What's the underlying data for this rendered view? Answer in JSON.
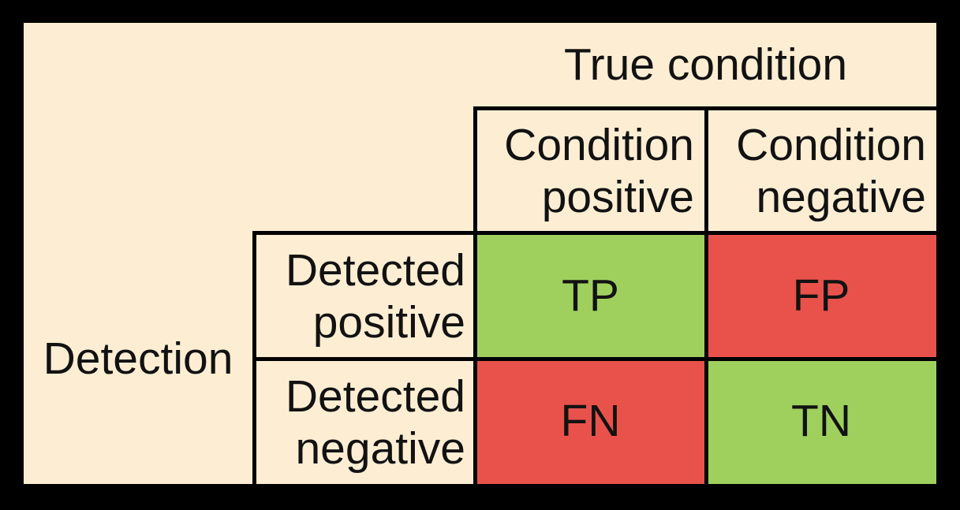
{
  "figure": {
    "col_axis_label": "True condition",
    "row_axis_label": "Detection",
    "col_headers": [
      {
        "line1": "Condition",
        "line2": "positive"
      },
      {
        "line1": "Condition",
        "line2": "negative"
      }
    ],
    "row_headers": [
      {
        "line1": "Detected",
        "line2": "positive"
      },
      {
        "line1": "Detected",
        "line2": "negative"
      }
    ],
    "cells": {
      "tp": {
        "label": "TP",
        "color": "#9FD05E"
      },
      "fp": {
        "label": "FP",
        "color": "#E9524B"
      },
      "fn": {
        "label": "FN",
        "color": "#E9524B"
      },
      "tn": {
        "label": "TN",
        "color": "#9FD05E"
      }
    },
    "colors": {
      "paper": "#FDEED3",
      "frame": "#000000",
      "grid_line": "#000000",
      "text": "#121212",
      "positive_cell_green": "#9FD05E",
      "negative_cell_red": "#E9524B"
    }
  }
}
